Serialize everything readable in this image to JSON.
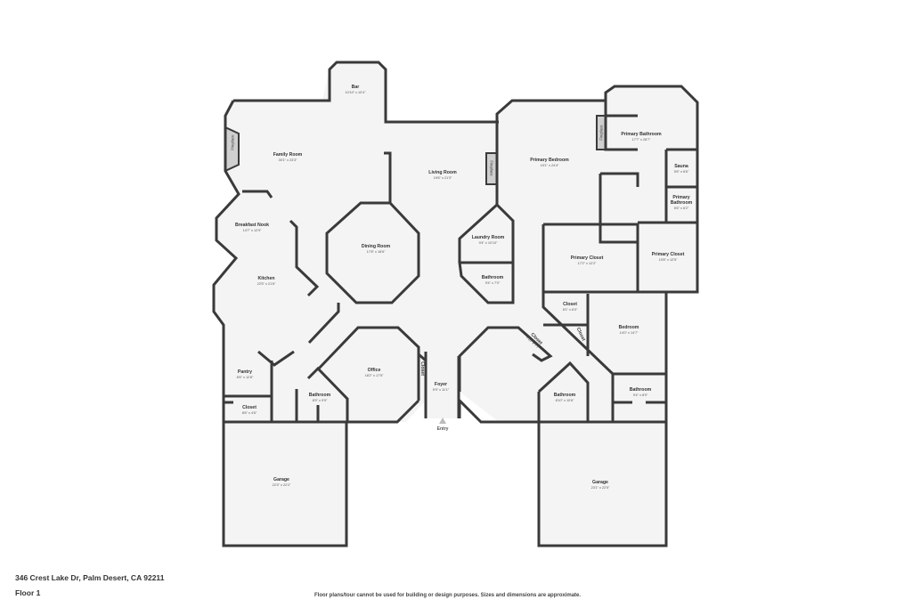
{
  "address": "346 Crest Lake Dr, Palm Desert, CA 92211",
  "floor": "Floor 1",
  "disclaimer": "Floor plans/tour cannot be used for building or design purposes. Sizes and dimensions are approximate.",
  "entry_label": "Entry",
  "fireplace_label": "Fireplace",
  "colors": {
    "wall": "#3a3a3a",
    "floor": "#f4f4f4",
    "window": "#d6d6d6",
    "fireplace": "#cfcfcf"
  },
  "rooms": [
    {
      "name": "Bar",
      "dims": "10'10\" x 10'4\""
    },
    {
      "name": "Family Room",
      "dims": "30'1\" x 23'3\""
    },
    {
      "name": "Living Room",
      "dims": "19'6\" x 21'3\""
    },
    {
      "name": "Primary Bedroom",
      "dims": "19'1\" x 24'4\""
    },
    {
      "name": "Primary Bathroom",
      "dims": "17'7\" x 28'7\""
    },
    {
      "name": "Sauna",
      "dims": "5'6\" x 6'6\""
    },
    {
      "name": "Primary Bathroom",
      "dims": "5'6\" x 6'2\""
    },
    {
      "name": "Breakfast Nook",
      "dims": "14'7\" x 12'9\""
    },
    {
      "name": "Dining Room",
      "dims": "17'8\" x 18'6\""
    },
    {
      "name": "Laundry Room",
      "dims": "9'4\" x 10'10\""
    },
    {
      "name": "Bathroom",
      "dims": "9'4\" x 7'0\""
    },
    {
      "name": "Kitchen",
      "dims": "22'5\" x 21'6\""
    },
    {
      "name": "Primary Closet",
      "dims": "17'2\" x 12'2\""
    },
    {
      "name": "Primary Closet",
      "dims": "10'8\" x 12'5\""
    },
    {
      "name": "Closet",
      "dims": "8'1\" x 6'0\""
    },
    {
      "name": "Bedroom",
      "dims": "14'0\" x 14'7\""
    },
    {
      "name": "Closet",
      "dims": ""
    },
    {
      "name": "Closet",
      "dims": "4'10\" x 7'7\""
    },
    {
      "name": "Pantry",
      "dims": "8'6\" x 12'8\""
    },
    {
      "name": "Office",
      "dims": "18'2\" x 17'5\""
    },
    {
      "name": "Closet",
      "dims": ""
    },
    {
      "name": "Foyer",
      "dims": "5'9\" x 11'1\""
    },
    {
      "name": "Bathroom",
      "dims": "8'9\" x 9'9\""
    },
    {
      "name": "Bathroom",
      "dims": "8'10\" x 10'6\""
    },
    {
      "name": "Bathroom",
      "dims": "9'4\" x 8'9\""
    },
    {
      "name": "Closet",
      "dims": "8'6\" x 4'6\""
    },
    {
      "name": "Garage",
      "dims": "22'3\" x 22'2\""
    },
    {
      "name": "Garage",
      "dims": "23'1\" x 22'5\""
    }
  ]
}
